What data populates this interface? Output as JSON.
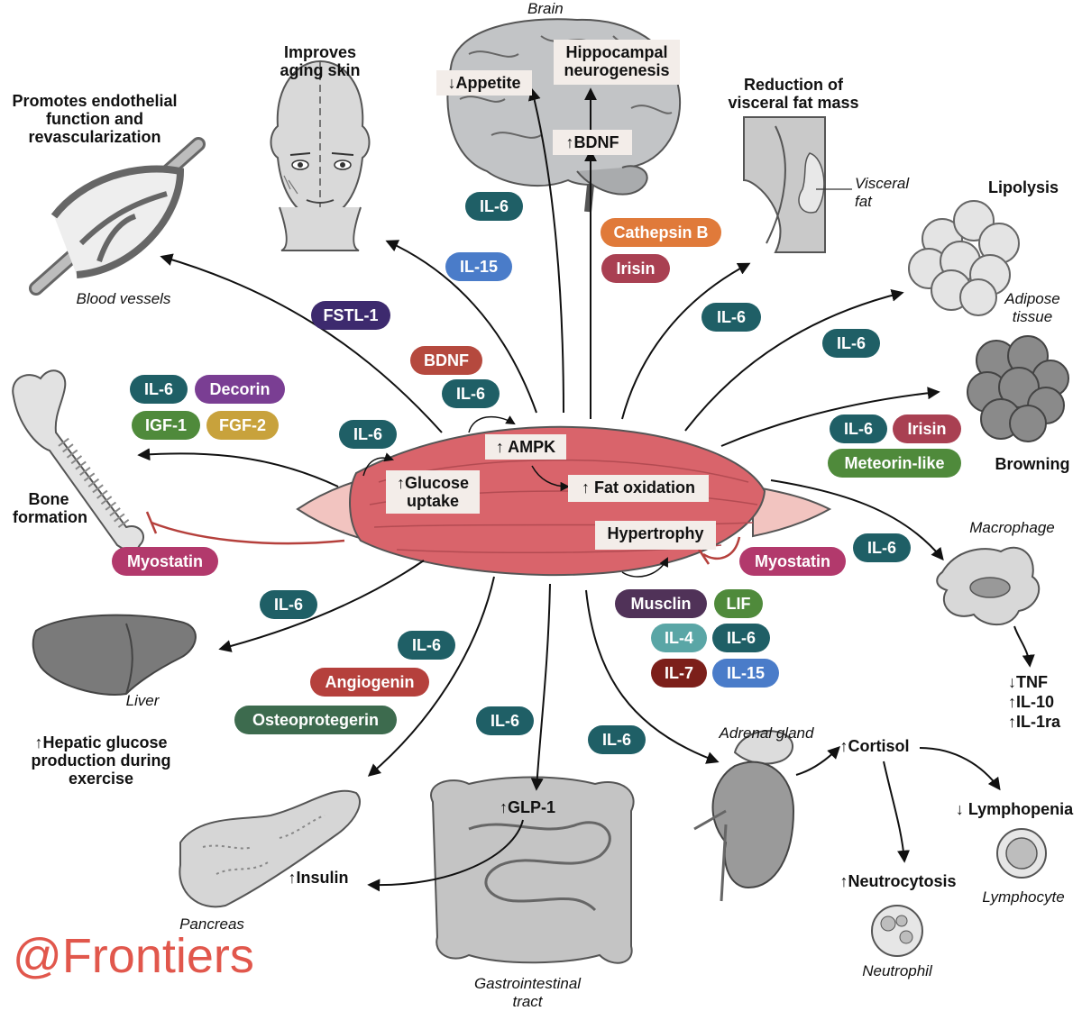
{
  "watermark": "@Frontiers",
  "colors": {
    "teal": "#1f5f66",
    "blue": "#4a7cc9",
    "purple_dark": "#3d2a6e",
    "purple": "#7a3e93",
    "green": "#4f8a3b",
    "mustard": "#c8a23c",
    "orange": "#e07a3a",
    "rust": "#b5493e",
    "crimson": "#a94052",
    "red": "#b5403c",
    "magenta": "#b2396c",
    "plum": "#503258",
    "light_teal": "#5aa6a6",
    "maroon": "#7c1f1a",
    "dark_green": "#3d6b4e",
    "muscle": "#d9646b",
    "muscle_light": "#f2c4c0",
    "inhibit": "#b5403c"
  },
  "labels": {
    "brain": "Brain",
    "hippocampal": "Hippocampal\nneurogenesis",
    "appetite": "↓Appetite",
    "bdnf_up": "↑BDNF",
    "aging_skin": "Improves\naging skin",
    "endothelial": "Promotes endothelial\nfunction and\nrevascularization",
    "blood_vessels": "Blood vessels",
    "visceral_title": "Reduction of\nvisceral fat mass",
    "visceral_fat": "Visceral\nfat",
    "lipolysis": "Lipolysis",
    "adipose": "Adipose\ntissue",
    "browning": "Browning",
    "bone": "Bone\nformation",
    "glucose": "↑Glucose\nuptake",
    "ampk": "↑ AMPK",
    "fat_ox": "↑ Fat oxidation",
    "hypertrophy": "Hypertrophy",
    "macrophage": "Macrophage",
    "tnf": "↓TNF\n↑IL-10\n↑IL-1ra",
    "liver": "Liver",
    "hepatic": "↑Hepatic glucose\nproduction during\nexercise",
    "pancreas": "Pancreas",
    "insulin": "↑Insulin",
    "glp1": "↑GLP-1",
    "gi": "Gastrointestinal\ntract",
    "adrenal": "Adrenal gland",
    "cortisol": "↑Cortisol",
    "lymphopenia": "↓ Lymphopenia",
    "lymphocyte": "Lymphocyte",
    "neutrocytosis": "↑Neutrocytosis",
    "neutrophil": "Neutrophil"
  },
  "pills": {
    "il6_brain": "IL-6",
    "il15_skin": "IL-15",
    "cathepsin": "Cathepsin B",
    "irisin_brain": "Irisin",
    "fstl1": "FSTL-1",
    "bdnf": "BDNF",
    "il6_ampk": "IL-6",
    "il6_visceral": "IL-6",
    "il6_lipolysis": "IL-6",
    "il6_bone": "IL-6",
    "decorin": "Decorin",
    "igf1": "IGF-1",
    "fgf2": "FGF-2",
    "il6_glucose": "IL-6",
    "il6_browning": "IL-6",
    "irisin_browning": "Irisin",
    "meteorin": "Meteorin-like",
    "myostatin_bone": "Myostatin",
    "myostatin_hyp": "Myostatin",
    "il6_macro": "IL-6",
    "il6_liver": "IL-6",
    "musclin": "Musclin",
    "lif": "LIF",
    "il4": "IL-4",
    "il6_hyp": "IL-6",
    "il7": "IL-7",
    "il15_hyp": "IL-15",
    "il6_pancreas": "IL-6",
    "angiogenin": "Angiogenin",
    "osteoprotegerin": "Osteoprotegerin",
    "il6_gi": "IL-6",
    "il6_adrenal": "IL-6"
  }
}
